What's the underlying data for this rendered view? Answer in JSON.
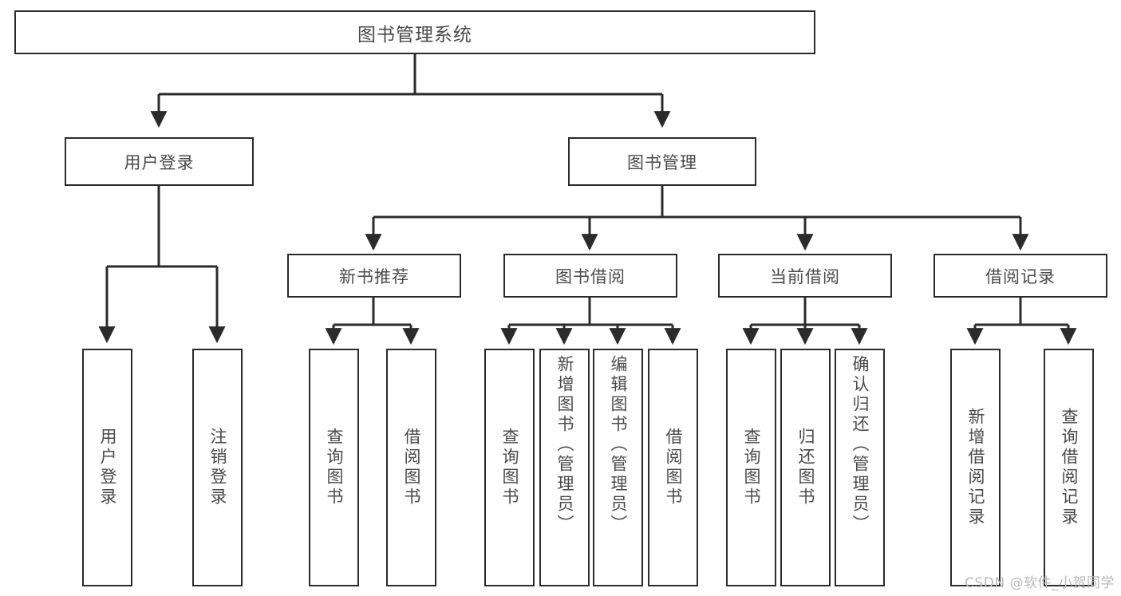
{
  "diagram": {
    "title": "图书管理系统",
    "type": "tree-hierarchy",
    "watermark": "CSDN @软件_小贺同学",
    "colors": {
      "border": "#2b2b2b",
      "text": "#4a4a4a",
      "background": "#ffffff",
      "watermark": "#b9b9b9"
    },
    "root": {
      "label": "图书管理系统"
    },
    "level2": [
      {
        "id": "user-login",
        "label": "用户登录"
      },
      {
        "id": "book-manage",
        "label": "图书管理"
      }
    ],
    "level3": [
      {
        "id": "new-book-recommend",
        "label": "新书推荐"
      },
      {
        "id": "book-borrow",
        "label": "图书借阅"
      },
      {
        "id": "current-borrow",
        "label": "当前借阅"
      },
      {
        "id": "borrow-record",
        "label": "借阅记录"
      }
    ],
    "leaves": {
      "user_login": [
        {
          "id": "leaf-user-login",
          "label": "用户登录"
        },
        {
          "id": "leaf-logout-login",
          "label": "注销登录"
        }
      ],
      "new_book_recommend": [
        {
          "id": "leaf-query-book-1",
          "label": "查询图书"
        },
        {
          "id": "leaf-borrow-book-1",
          "label": "借阅图书"
        }
      ],
      "book_borrow": [
        {
          "id": "leaf-query-book-2",
          "label": "查询图书"
        },
        {
          "id": "leaf-add-book",
          "label": "新增图书（管理员）"
        },
        {
          "id": "leaf-edit-book",
          "label": "编辑图书（管理员）"
        },
        {
          "id": "leaf-borrow-book-2",
          "label": "借阅图书"
        }
      ],
      "current_borrow": [
        {
          "id": "leaf-query-book-3",
          "label": "查询图书"
        },
        {
          "id": "leaf-return-book",
          "label": "归还图书"
        },
        {
          "id": "leaf-confirm-return",
          "label": "确认归还（管理员）"
        }
      ],
      "borrow_record": [
        {
          "id": "leaf-add-record",
          "label": "新增借阅记录"
        },
        {
          "id": "leaf-query-record",
          "label": "查询借阅记录"
        }
      ]
    }
  }
}
